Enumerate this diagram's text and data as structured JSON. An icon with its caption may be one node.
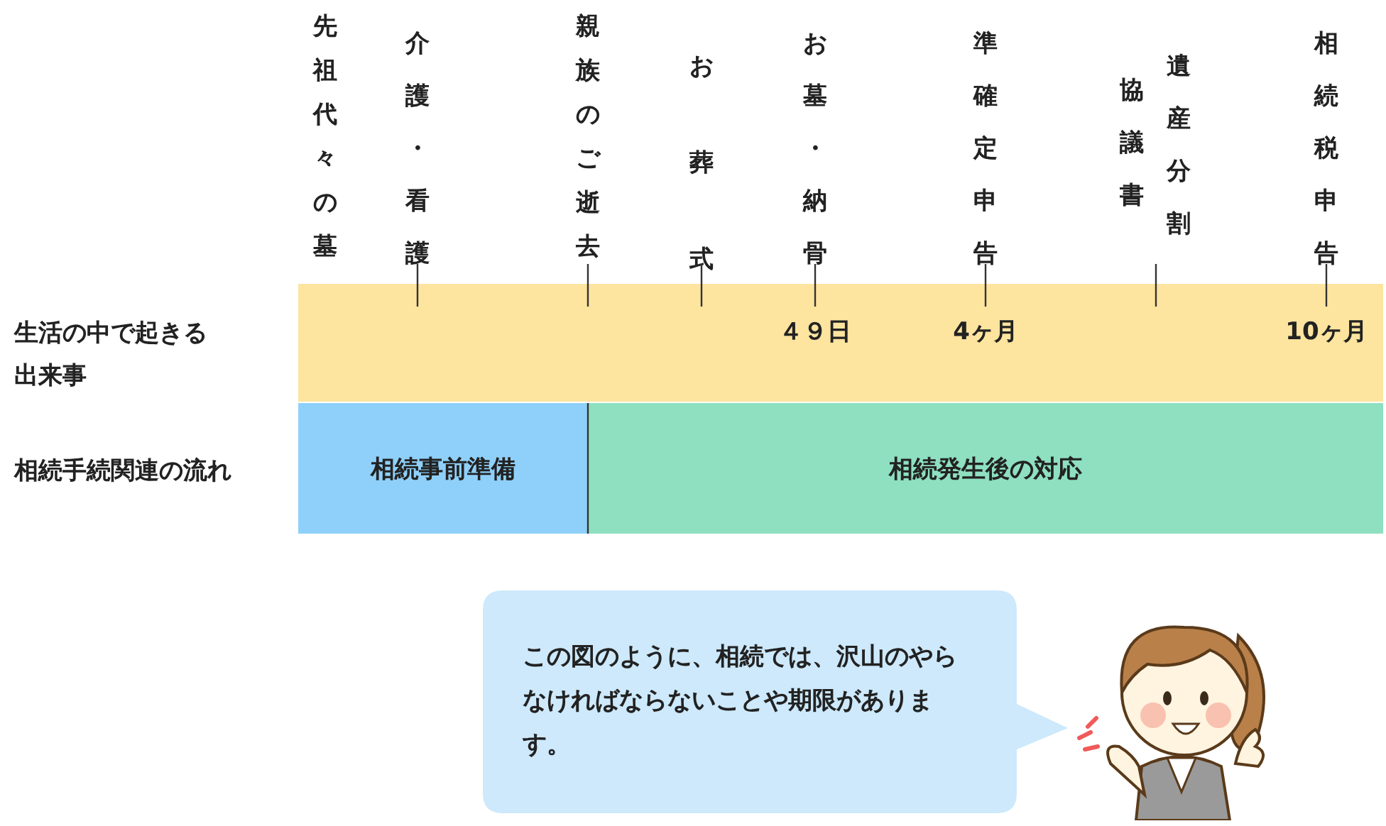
{
  "diagram": {
    "nodes": [
      {
        "text": [
          "４９日",
          "4ヶ月",
          "10ヶ月"
        ]
      },
      {
        "text": [
          "相続事前準備"
        ]
      },
      {
        "text": [
          "相続発生後の対応"
        ]
      },
      {
        "text": [
          "この図のように、相続では、沢山のやらなければならないことや期限があります。"
        ]
      },
      {
        "text": [],
        "shape": "person"
      }
    ],
    "labels": [
      "先祖代々の墓",
      "介護・看護",
      "親族のご逝去",
      "お葬式",
      "お墓・納骨",
      "準確定申告",
      "協議書",
      "遺産分割",
      "相続税申告",
      "生活の中で起きる出来事",
      "相続手続関連の流れ"
    ]
  }
}
